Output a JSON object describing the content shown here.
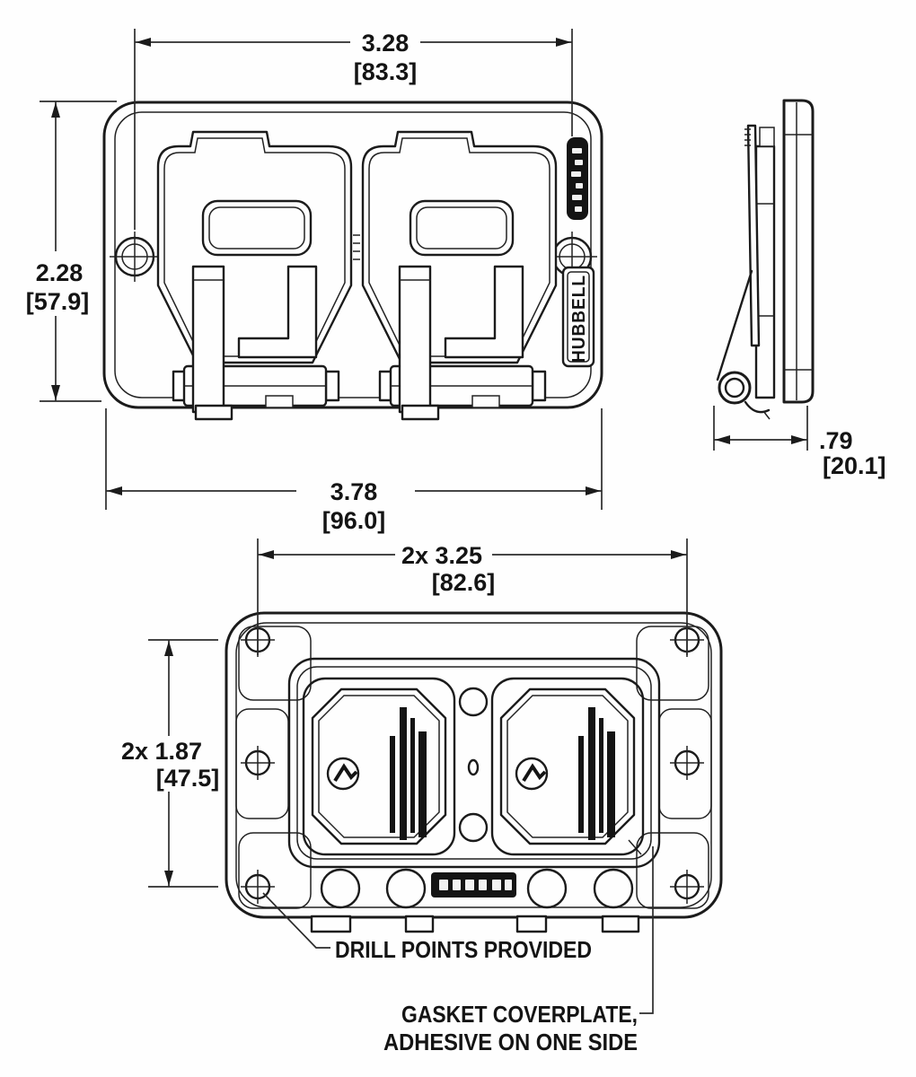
{
  "page": {
    "background": "#fefefe",
    "ink": "#1b1b1b"
  },
  "front_view": {
    "brand_label": "HUBBELL"
  },
  "dimensions": {
    "front_width_screws": {
      "value": "3.28",
      "metric": "[83.3]"
    },
    "front_height": {
      "value": "2.28",
      "metric": "[57.9]"
    },
    "front_width_overall": {
      "value": "3.78",
      "metric": "[96.0]"
    },
    "side_depth": {
      "value": ".79",
      "metric": "[20.1]"
    },
    "back_hole_spacing_h": {
      "value": "2x 3.25",
      "metric": "[82.6]"
    },
    "back_hole_spacing_v": {
      "value": "2x 1.87",
      "metric": "[47.5]"
    }
  },
  "notes": {
    "drill_points": "DRILL POINTS PROVIDED",
    "gasket_line1": "GASKET COVERPLATE,",
    "gasket_line2": "ADHESIVE ON ONE SIDE"
  }
}
